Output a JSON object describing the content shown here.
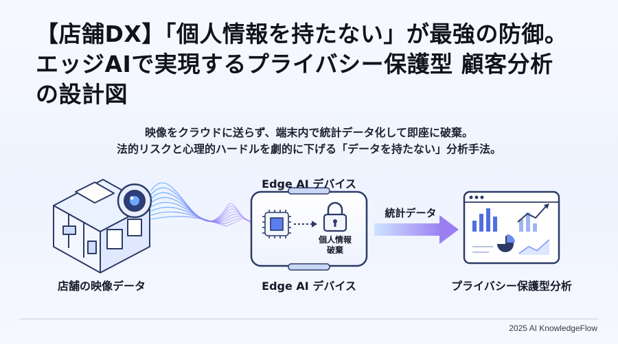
{
  "title": {
    "line1": "【店舗DX】「個人情報を持たない」が最強の防御。",
    "line2": "エッジAIで実現するプライバシー保護型 顧客分析",
    "line3": "の設計図"
  },
  "subtitle": {
    "line1": "映像をクラウドに送らず、端末内で統計データ化して即座に破棄。",
    "line2": "法的リスクと心理的ハードルを劇的に下げる「データを持たない」分析手法。"
  },
  "diagram": {
    "store_label": "店舗の映像データ",
    "device_top_label": "Edge AI デバイス",
    "device_bottom_label": "Edge AI デバイス",
    "discard_line1": "個人情報",
    "discard_line2": "破棄",
    "arrow_label": "統計データ",
    "analysis_label": "プライバシー保護型分析"
  },
  "footer": {
    "credit": "2025 AI KnowledgeFlow"
  },
  "icons": [
    "store-isometric-icon",
    "camera-icon",
    "chip-icon",
    "lock-icon",
    "dashboard-icon"
  ],
  "colors": {
    "accent_blue": "#3d5bd9",
    "accent_purple": "#8a6cf0",
    "line_dark": "#2b3a66"
  }
}
